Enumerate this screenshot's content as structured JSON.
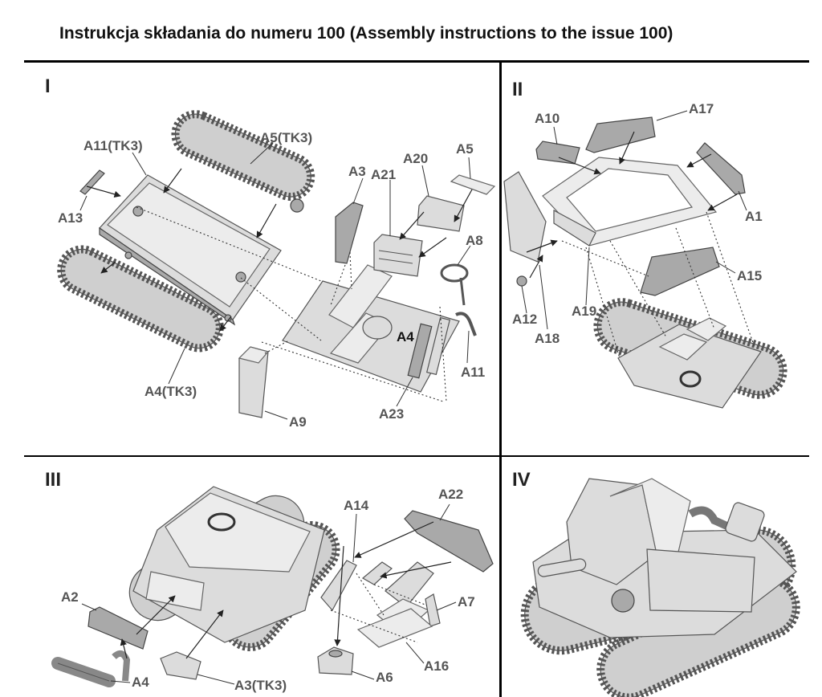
{
  "title": "Instrukcja składania do numeru 100 (Assembly instructions to the issue 100)",
  "panels": {
    "p1": {
      "number": "I",
      "labels": {
        "A11TK3": "A11(TK3)",
        "A5TK3": "A5(TK3)",
        "A13": "A13",
        "A3": "A3",
        "A21": "A21",
        "A20": "A20",
        "A5": "A5",
        "A8": "A8",
        "A4": "A4",
        "A11": "A11",
        "A4TK3": "A4(TK3)",
        "A9": "A9",
        "A23": "A23"
      }
    },
    "p2": {
      "number": "II",
      "labels": {
        "A10": "A10",
        "A17": "A17",
        "A1": "A1",
        "A15": "A15",
        "A12": "A12",
        "A18": "A18",
        "A19": "A19"
      }
    },
    "p3": {
      "number": "III",
      "labels": {
        "A14": "A14",
        "A22": "A22",
        "A2": "A2",
        "A7": "A7",
        "A16": "A16",
        "A6": "A6",
        "A4": "A4",
        "A3TK3": "A3(TK3)"
      }
    },
    "p4": {
      "number": "IV"
    }
  },
  "colors": {
    "line": "#000000",
    "label": "#555555",
    "part": "#dcdcdc"
  }
}
